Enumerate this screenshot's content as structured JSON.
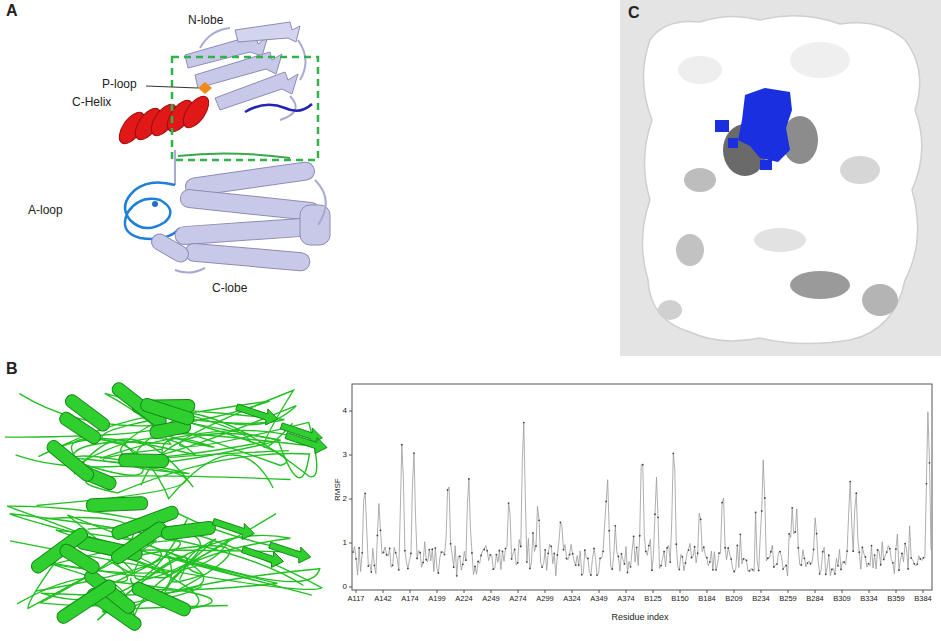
{
  "diagram": {
    "labels": [
      "A",
      "N-lobe",
      "P-loop",
      "C-Helix",
      "A-loop",
      "C-lobe",
      "C",
      "B",
      "RMSF",
      "0",
      "1",
      "2",
      "3",
      "4",
      "A117",
      "A142",
      "A174",
      "A199",
      "A224",
      "A249",
      "A274",
      "A299",
      "A324",
      "A349",
      "A374",
      "B125",
      "B150",
      "B184",
      "B209",
      "B234",
      "B259",
      "B284",
      "B309",
      "B334",
      "B359",
      "B384",
      "Residue index"
    ]
  }
}
